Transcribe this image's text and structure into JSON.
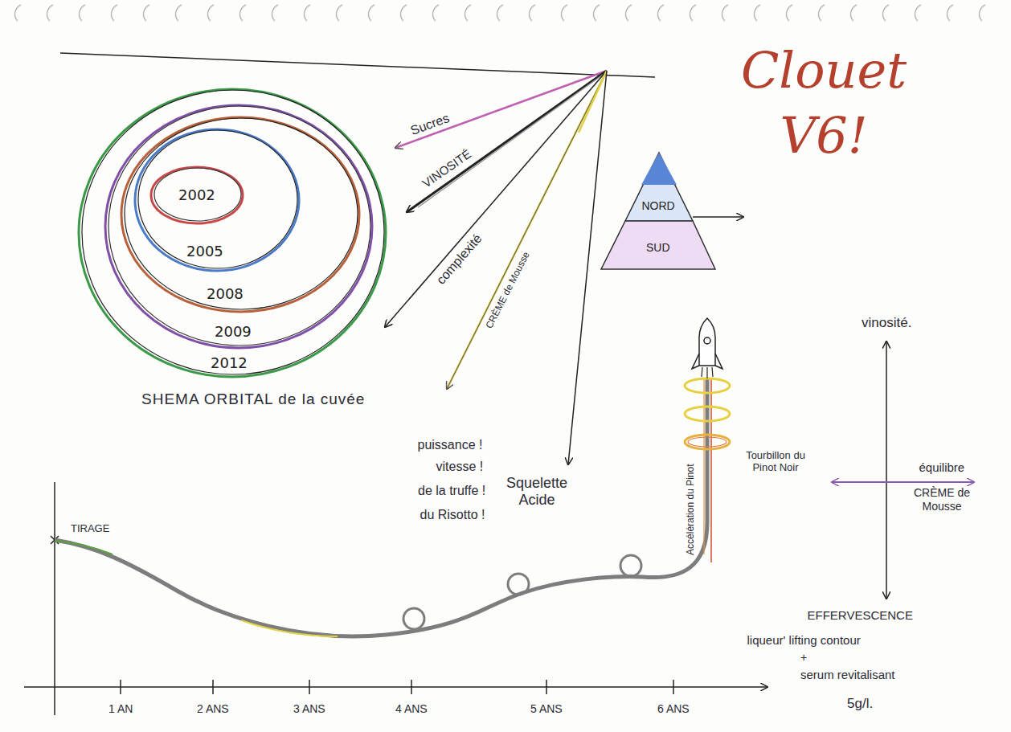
{
  "diagram": {
    "title": "Clouet V6!",
    "nodes": [
      {
        "text": [
          "2012"
        ]
      },
      {
        "text": [
          "2009"
        ],
        "in": 0
      },
      {
        "text": [
          "2008"
        ],
        "in": 1
      },
      {
        "text": [
          "2005"
        ],
        "in": 2
      },
      {
        "text": [
          "2002"
        ],
        "in": 3
      },
      {
        "text": [
          "NORD"
        ]
      },
      {
        "text": [
          "SUD"
        ]
      }
    ],
    "labels": [
      "Sucres",
      "VINOSITÉ",
      "complexité",
      "CRÈME de Mousse",
      "SHEMA ORBITAL de la cuvée",
      "puissance !",
      "vitesse !",
      "de la truffe !",
      "du Risotto !",
      "Squelette Acide",
      "TIRAGE",
      "Accélération du Pinot",
      "Tourbillon du Pinot Noir",
      "vinosité.",
      "équilibre",
      "CRÈME de Mousse",
      "EFFERVESCENCE",
      "liqueur' lifting contour",
      "+",
      "serum revitalisant",
      "5g/l.",
      "1 AN",
      "2 ANS",
      "3 ANS",
      "4 ANS",
      "5 ANS",
      "6 ANS"
    ]
  }
}
